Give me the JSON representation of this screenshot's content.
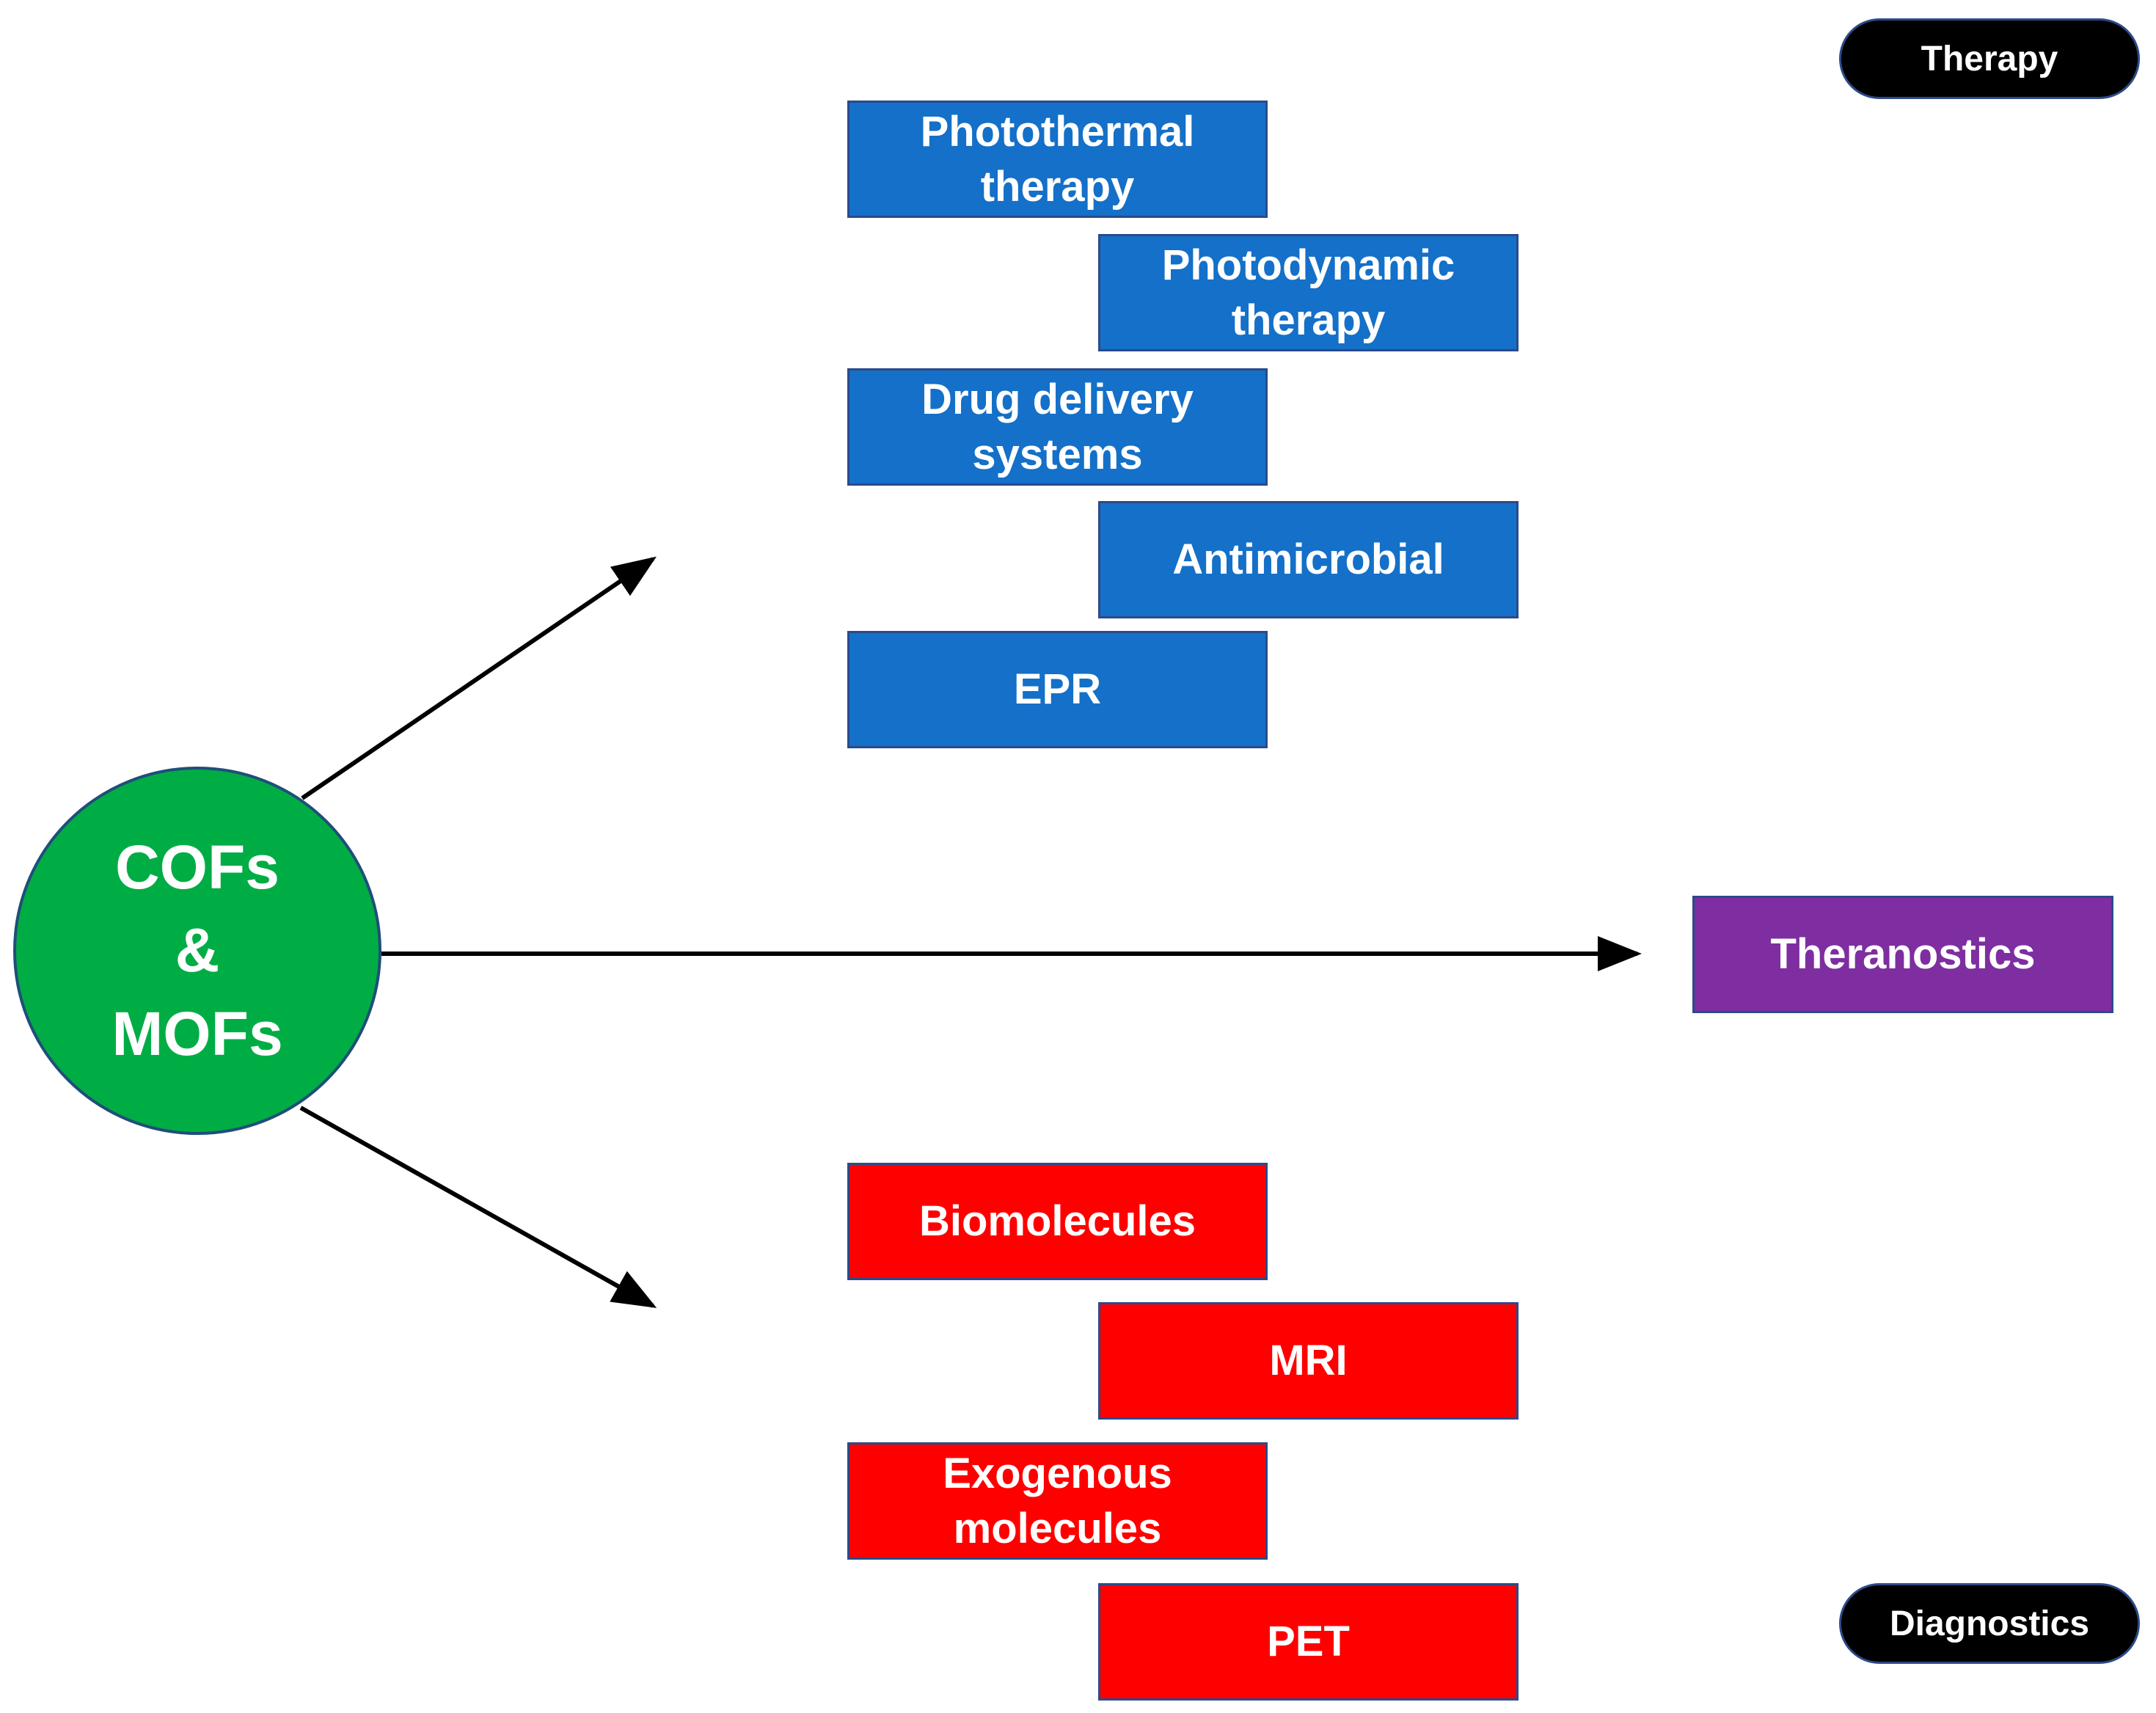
{
  "hub": {
    "line1": "COFs",
    "line2": "&",
    "line3": "MOFs",
    "color": "#00ad45"
  },
  "therapy": {
    "label": "Therapy",
    "color": "#1470c8",
    "items": [
      "Photothermal\ntherapy",
      "Photodynamic\ntherapy",
      "Drug delivery\nsystems",
      "Antimicrobial",
      "EPR"
    ]
  },
  "theranostics": {
    "label": "Theranostics",
    "color": "#7e2ea0"
  },
  "diagnostics": {
    "label": "Diagnostics",
    "color": "#ff0000",
    "items": [
      "Biomolecules",
      "MRI",
      "Exogenous\nmolecules",
      "PET"
    ]
  }
}
